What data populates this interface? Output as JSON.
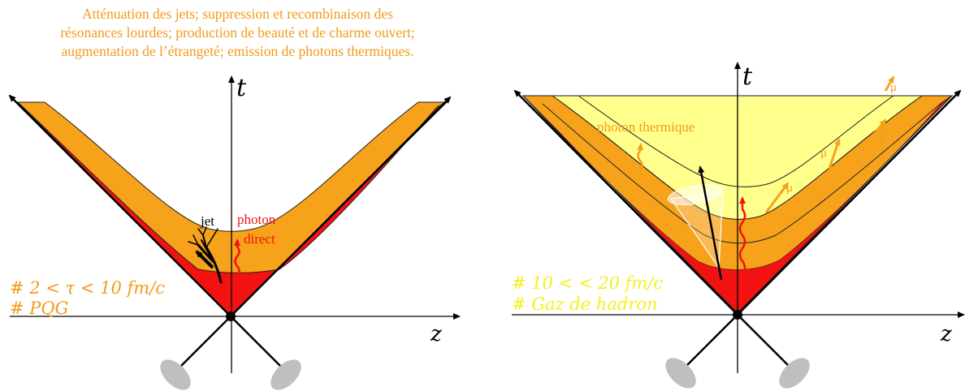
{
  "caption": {
    "lines": [
      "Atténuation des jets; suppression et recombinaison des",
      "résonances lourdes; production de beauté et de charme ouvert;",
      "augmentation de l’étrangeté; emission de photons thermiques."
    ]
  },
  "colors": {
    "orange": "#f7a21b",
    "red": "#f21212",
    "yellow": "#ffff8c",
    "orange_text": "#f39a1a",
    "yellow_text": "#f5f01e",
    "ellipse": "#bfbfbf",
    "axis": "#000000"
  },
  "left_panel": {
    "axis_t": "t",
    "axis_z": "z",
    "jet_label": "jet",
    "photon_label_1": "photon",
    "photon_label_2": "direct",
    "note_1": "# 2 < τ < 10 fm/c",
    "note_2": "#  PQG"
  },
  "right_panel": {
    "axis_t": "t",
    "axis_z": "z",
    "photon_label": "photon thermique",
    "muon_symbol": "μ",
    "note_1": "# 10 <  < 20 fm/c",
    "note_2": "# Gaz de hadron"
  }
}
